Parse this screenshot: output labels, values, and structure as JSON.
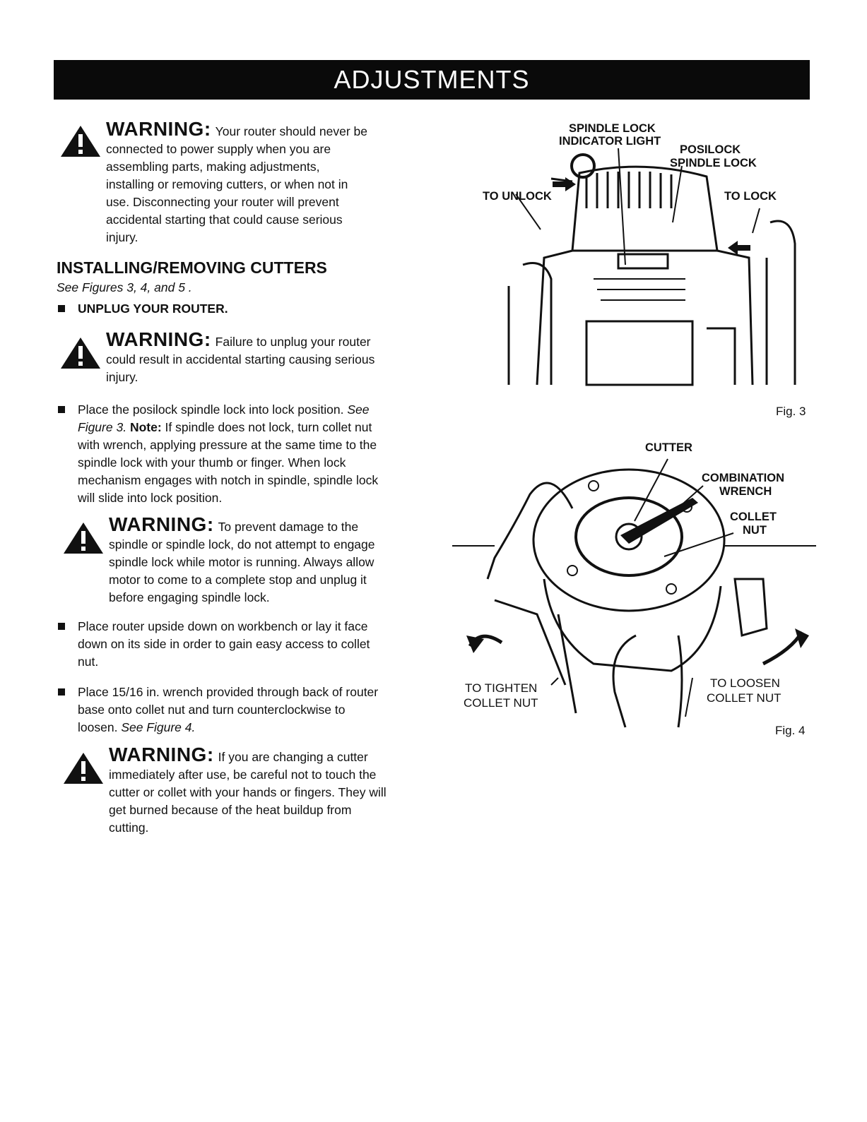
{
  "header": {
    "title": "ADJUSTMENTS"
  },
  "warning1": {
    "label": "WARNING:",
    "lines": [
      "Your router should never be",
      "connected to power supply when you are",
      "assembling parts, making adjustments,",
      "installing or removing cutters, or when not in",
      "use. Disconnecting your router will prevent",
      "accidental starting that could cause serious",
      "injury."
    ]
  },
  "section": {
    "title": "INSTALLING/REMOVING CUTTERS",
    "see": "See Figures 3, 4, and 5 .",
    "unplug": "UNPLUG YOUR ROUTER."
  },
  "warning2": {
    "label": "WARNING:",
    "lines": [
      "Failure to unplug your router",
      "could result in accidental starting causing serious",
      "injury."
    ]
  },
  "bullet1": {
    "l1a": "Place the posilock spindle lock into lock position.",
    "l1b": "See",
    "l2a": "Figure 3.",
    "l2b": "Note:",
    "l2c": "If spindle does not lock, turn collet nut",
    "lines": [
      "with wrench, applying pressure at the same time to the",
      "spindle lock with your thumb or finger. When lock",
      "mechanism engages with notch in spindle, spindle lock",
      "will slide into lock position."
    ]
  },
  "warning3": {
    "label": "WARNING:",
    "lines": [
      "To prevent damage to the",
      "spindle or spindle lock, do not attempt to engage",
      "spindle lock while motor is running. Always allow",
      "motor to come to a complete stop and unplug it",
      "before engaging spindle lock."
    ]
  },
  "bullet2": {
    "lines": [
      "Place router upside down on workbench or lay it face",
      "down on its side in order to gain easy access to collet",
      "nut."
    ]
  },
  "bullet3": {
    "lines": [
      "Place 15/16 in. wrench provided through back of router",
      "base onto collet nut and turn counterclockwise to"
    ],
    "l3a": "loosen.",
    "l3b": "See Figure 4."
  },
  "warning4": {
    "label": "WARNING:",
    "lines": [
      "If you are changing a cutter",
      "immediately after use, be careful not to touch the",
      "cutter or collet with your hands or fingers. They will",
      "get burned because of the heat buildup from",
      "cutting."
    ]
  },
  "fig3": {
    "spindle_lock_1": "SPINDLE LOCK",
    "spindle_lock_2": "INDICATOR LIGHT",
    "posilock_1": "POSILOCK",
    "posilock_2": "SPINDLE LOCK",
    "to_unlock": "TO UNLOCK",
    "to_lock": "TO LOCK",
    "caption": "Fig. 3"
  },
  "fig4": {
    "cutter": "CUTTER",
    "combo_1": "COMBINATION",
    "combo_2": "WRENCH",
    "collet_1": "COLLET",
    "collet_2": "NUT",
    "tighten_1": "TO TIGHTEN",
    "tighten_2": "COLLET NUT",
    "loosen_1": "TO LOOSEN",
    "loosen_2": "COLLET NUT",
    "caption": "Fig. 4"
  }
}
